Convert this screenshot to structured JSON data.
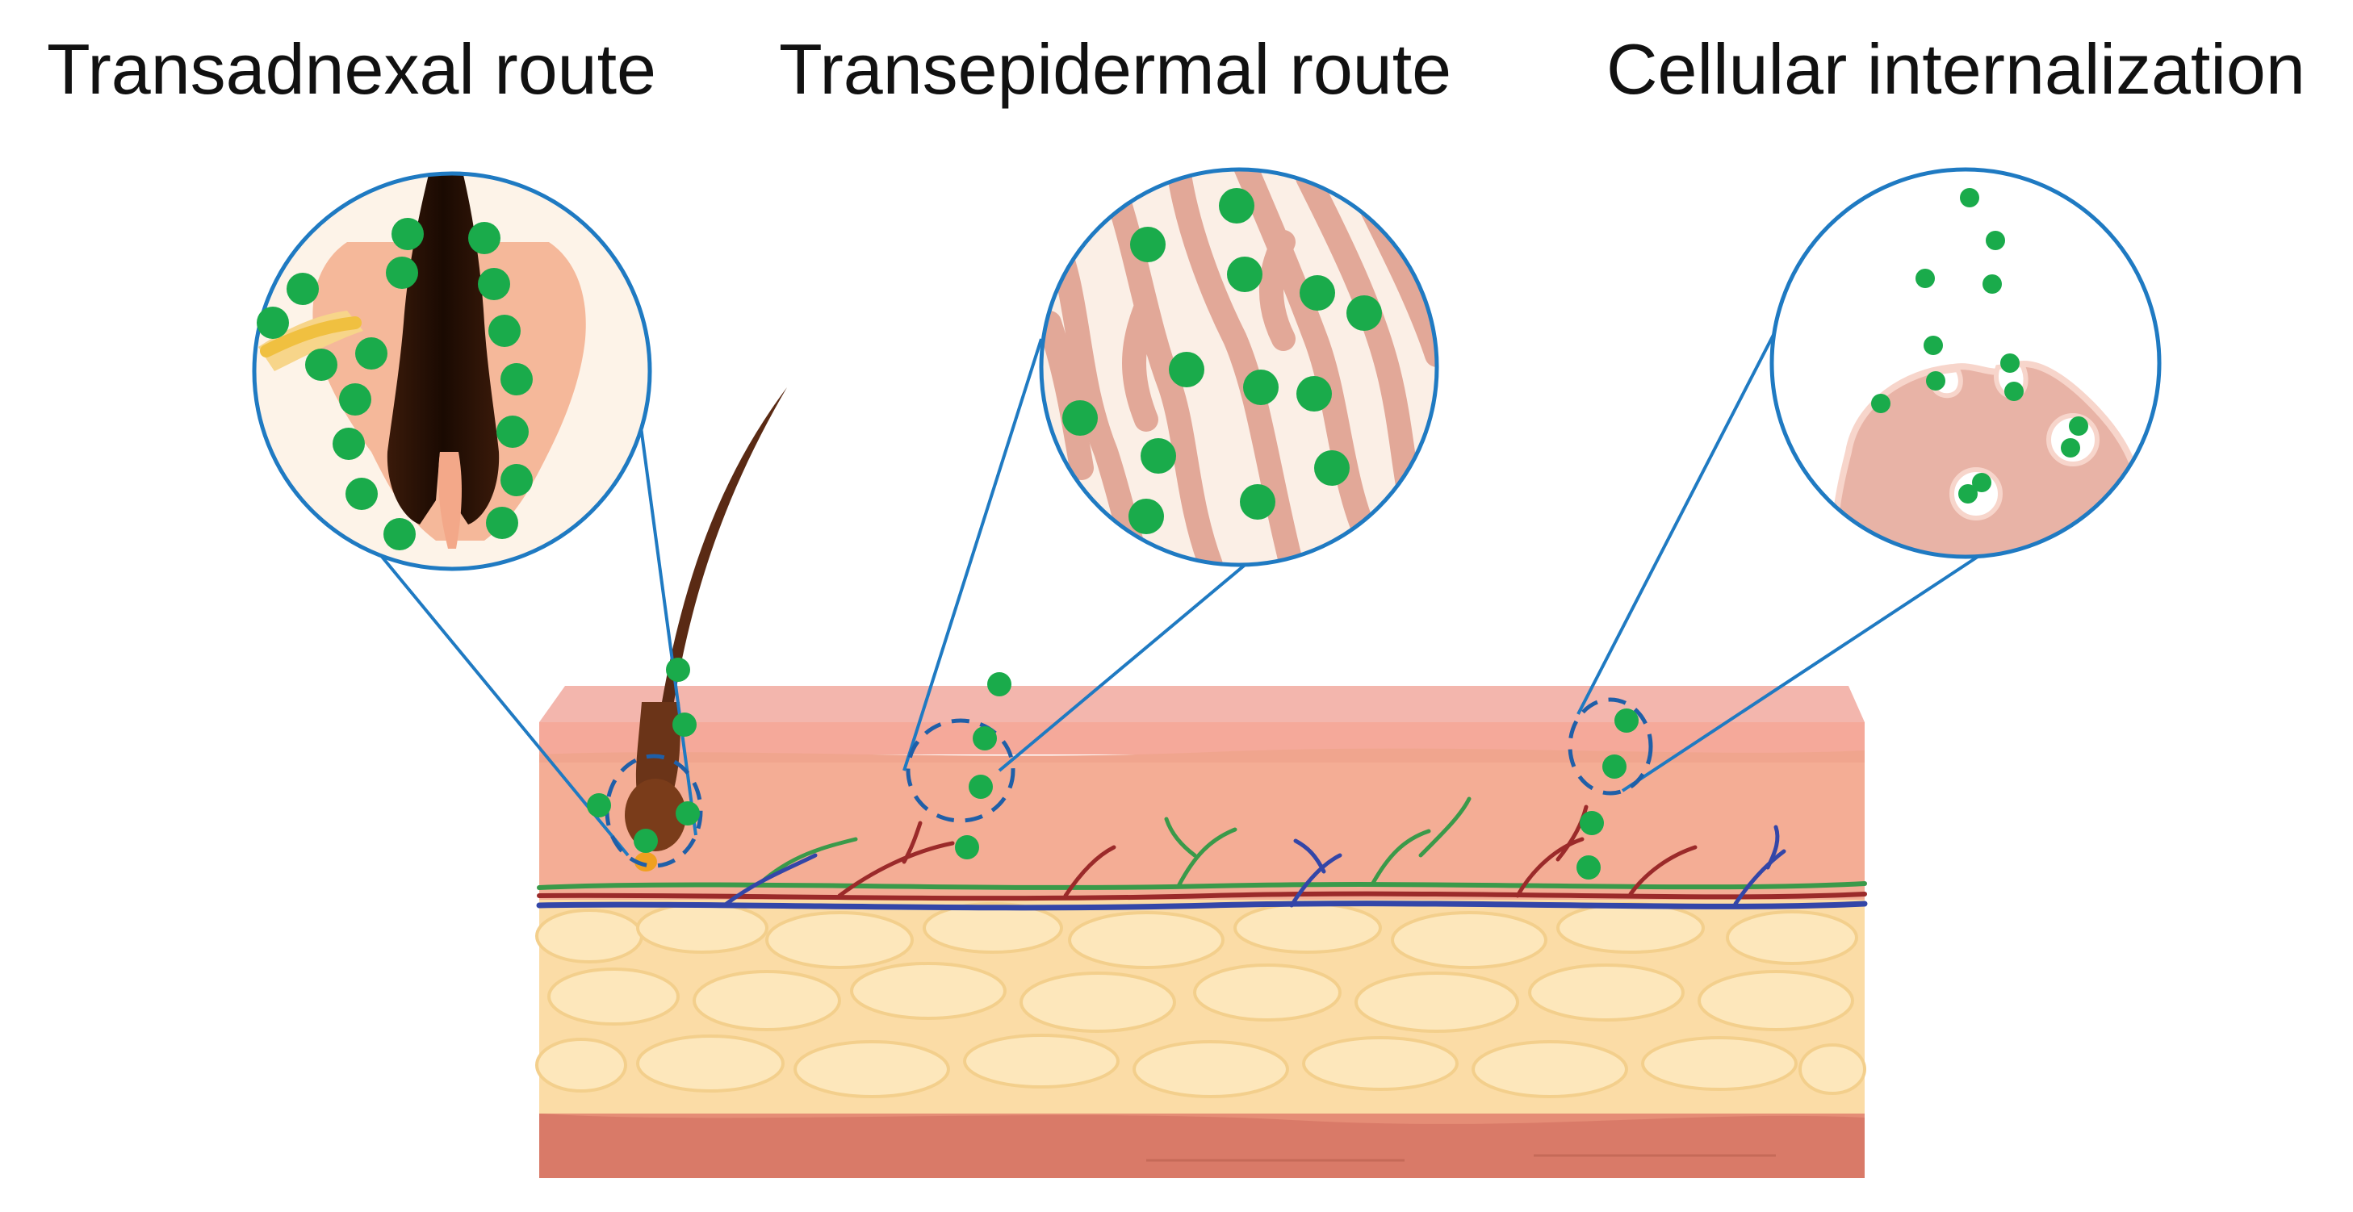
{
  "labels": {
    "transadnexal": "Transadnexal route",
    "transepidermal": "Transepidermal route",
    "cellular": "Cellular internalization"
  },
  "colors": {
    "particle": "#1aab4b",
    "callout_line": "#1f7ac2",
    "dashed_circle": "#1f5fa8",
    "epidermis": "#f5b5a4",
    "dermis": "#f2a88d",
    "fat": "#fbdca0",
    "muscle": "#d8786a",
    "hair": "#5a2a14",
    "vein": "#3346a8",
    "artery": "#9b2a2a",
    "lymph": "#3a9a4a"
  },
  "icons": {
    "hair_follicle": "hair-follicle-icon",
    "nanoparticle": "nanoparticle-icon",
    "cell": "cell-icon"
  }
}
